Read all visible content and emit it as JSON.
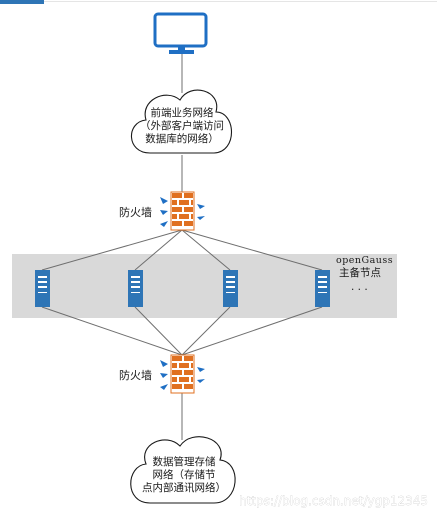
{
  "clouds": {
    "frontend": {
      "lines": [
        "前端业务网络",
        "（外部客户端访问",
        "数据库的网络）"
      ]
    },
    "storage": {
      "lines": [
        "数据管理存储",
        "网络（存储节",
        "点内部通讯网络）"
      ]
    }
  },
  "firewalls": {
    "top": {
      "label": "防火墙"
    },
    "bottom": {
      "label": "防火墙"
    }
  },
  "cluster": {
    "name_line1": "openGauss",
    "name_line2": "主备节点",
    "ellipsis": "· · ·",
    "server_count": 4
  },
  "watermark": "https://blog.csdn.net/ygp12345",
  "colors": {
    "accent_blue": "#1f6fc4",
    "server_blue": "#2e75b6",
    "firewall_orange": "#e07020",
    "band_gray": "#d9d9d9"
  }
}
